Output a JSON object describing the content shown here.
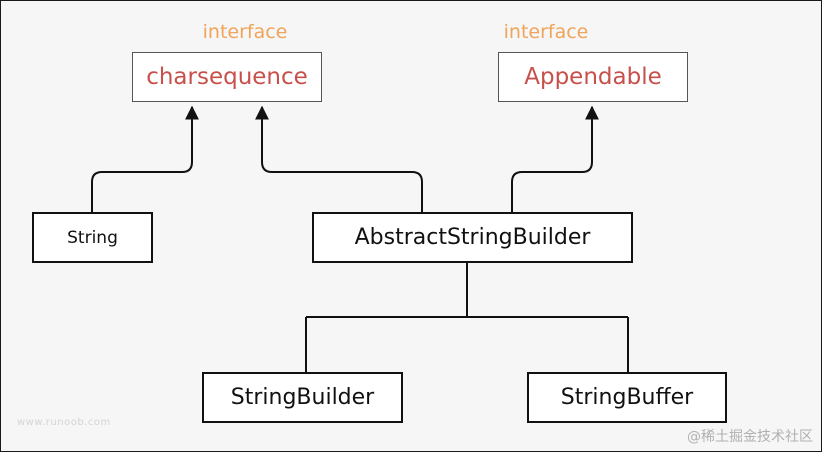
{
  "colors": {
    "interface_name": "#c8504b",
    "stereotype": "#f0a45a",
    "class_text": "#111111",
    "line": "#111111",
    "background": "#f6f6f6"
  },
  "nodes": {
    "charsequence": {
      "stereotype": "interface",
      "name": "charsequence"
    },
    "appendable": {
      "stereotype": "interface",
      "name": "Appendable"
    },
    "string": {
      "name": "String"
    },
    "abstract_string_builder": {
      "name": "AbstractStringBuilder"
    },
    "string_builder": {
      "name": "StringBuilder"
    },
    "string_buffer": {
      "name": "StringBuffer"
    }
  },
  "edges": [
    {
      "from": "string",
      "to": "charsequence",
      "kind": "implements"
    },
    {
      "from": "abstract_string_builder",
      "to": "charsequence",
      "kind": "implements"
    },
    {
      "from": "abstract_string_builder",
      "to": "appendable",
      "kind": "implements"
    },
    {
      "from": "string_builder",
      "to": "abstract_string_builder",
      "kind": "extends"
    },
    {
      "from": "string_buffer",
      "to": "abstract_string_builder",
      "kind": "extends"
    }
  ],
  "watermarks": {
    "left": "www.runoob.com",
    "right": "@稀土掘金技术社区"
  }
}
